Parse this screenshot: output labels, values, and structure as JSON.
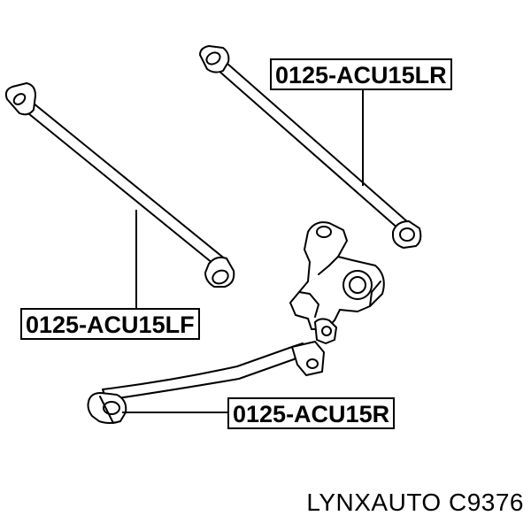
{
  "labels": {
    "upper_right_arm": "0125-ACU15LR",
    "upper_left_arm": "0125-ACU15LF",
    "lower_arm": "0125-ACU15R"
  },
  "footer": {
    "brand": "LYNXAUTO C9376"
  },
  "colors": {
    "line": "#000000",
    "background": "#ffffff"
  }
}
